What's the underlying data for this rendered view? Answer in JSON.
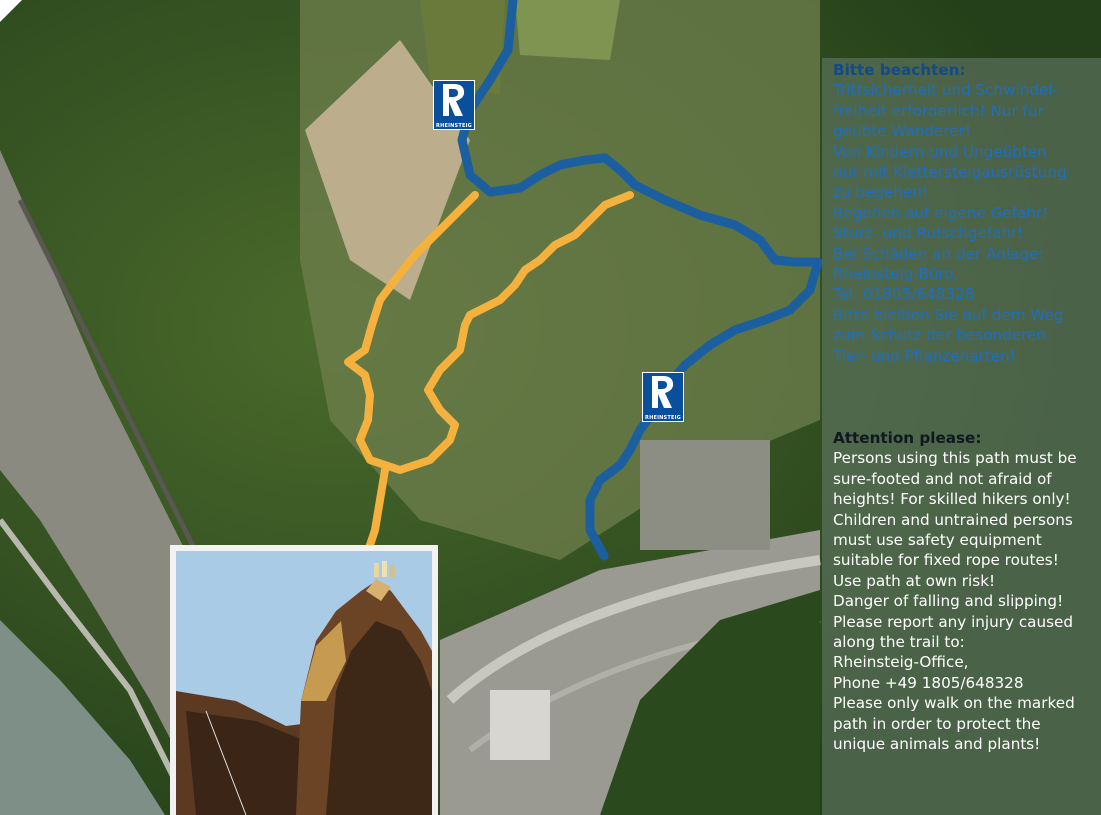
{
  "colors": {
    "rheinsteig_route": "#1b5fa0",
    "alternate_route": "#f5b13d",
    "german_text": "#1f6fc0",
    "english_text": "#ffffff"
  },
  "markers": [
    {
      "label": "RHEINSTEIG",
      "icon": "rheinsteig-logo-icon"
    },
    {
      "label": "RHEINSTEIG",
      "icon": "rheinsteig-logo-icon"
    }
  ],
  "german": {
    "heading": "Bitte beachten:",
    "lines": [
      "Trittsicherheit und Schwindel-",
      "freiheit erforderlich! Nur für",
      "geübte Wanderer!",
      "Von Kindern und Ungeübten",
      "nur mit Klettersteigausrüstung",
      "zu begehen!",
      "Begehen auf eigene Gefahr!",
      "Sturz- und Rutschgefahr!",
      "Bei Schäden an der Anlage:",
      "Rheinsteig-Büro,",
      "Tel. 01805/648328",
      "Bitte bleiben Sie auf dem Weg",
      "zum Schutz der besonderen",
      "Tier- und Pflanzenarten!"
    ]
  },
  "english": {
    "heading": "Attention please:",
    "lines": [
      "Persons using this path must be",
      "sure-footed and not afraid of",
      "heights! For skilled hikers only!",
      "Children and untrained persons",
      "must use safety equipment",
      "suitable for fixed rope routes!",
      "Use path at own risk!",
      "Danger of falling and slipping!",
      "Please report any injury caused",
      "along the trail to:",
      "Rheinsteig-Office,",
      "Phone +49 1805/648328",
      "Please only walk on the marked",
      "path in order to protect the",
      "unique animals and plants!"
    ]
  }
}
